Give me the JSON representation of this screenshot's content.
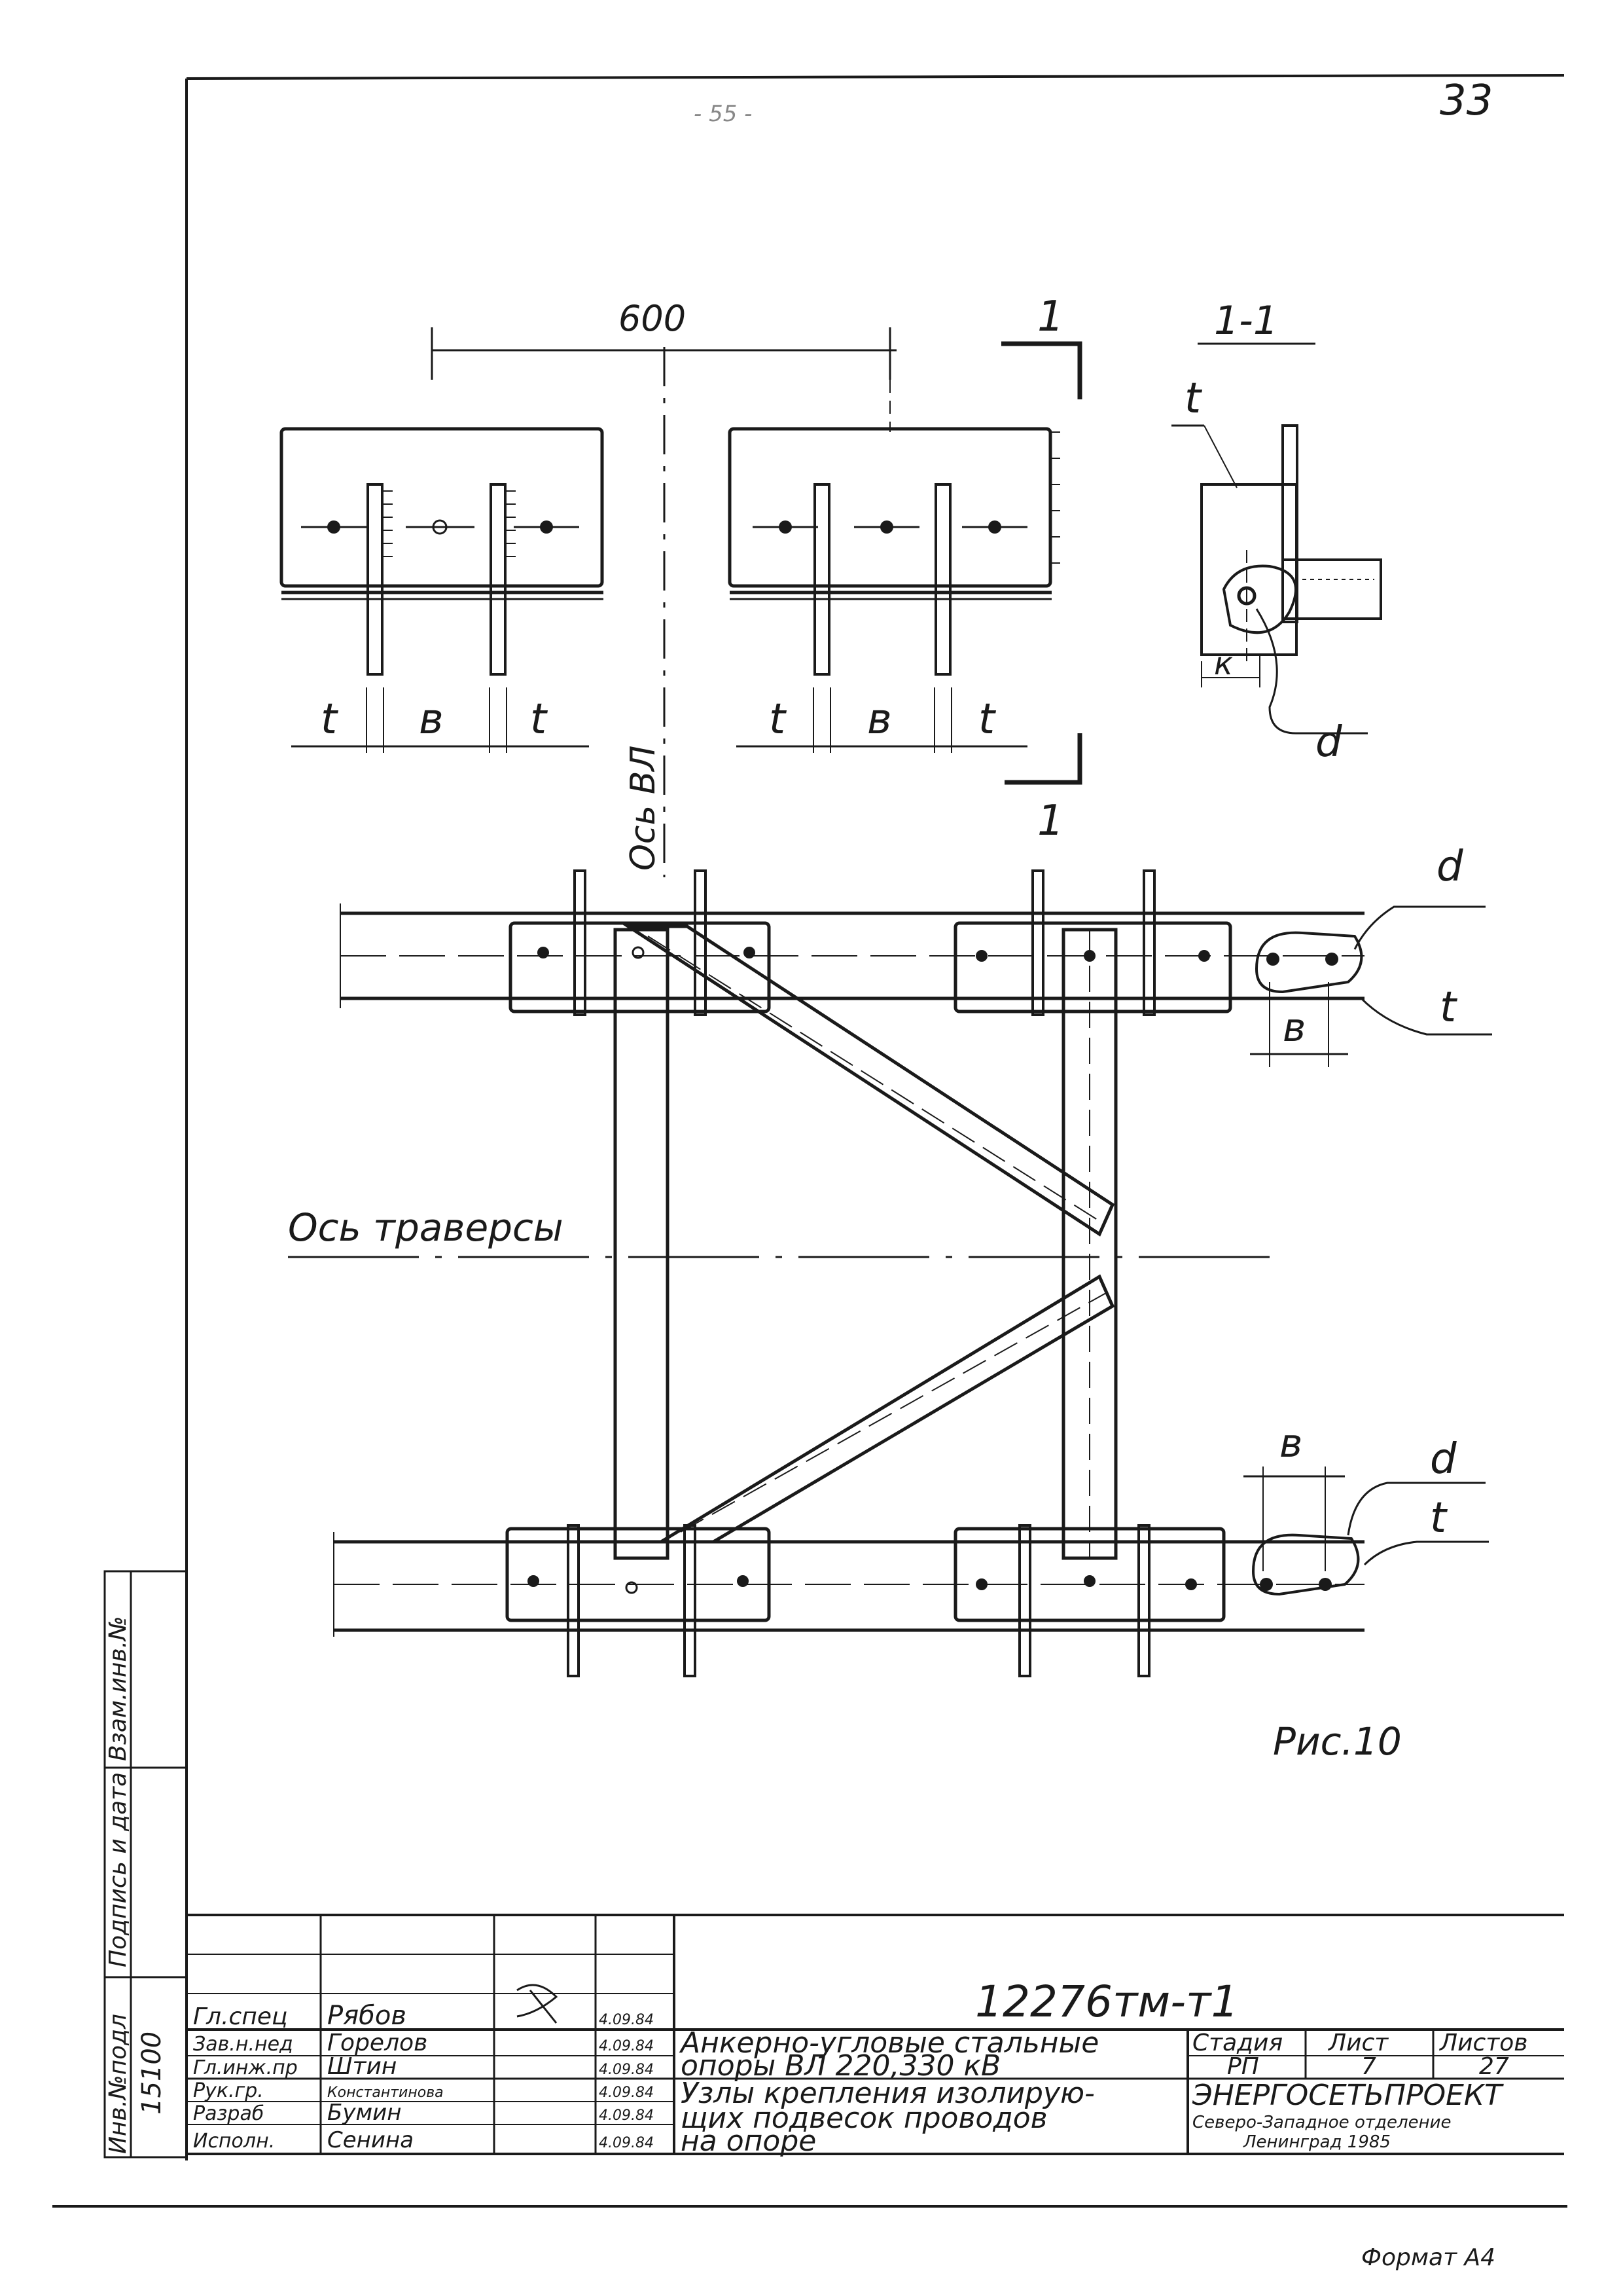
{
  "page": {
    "sheet_number": "33",
    "top_smudge": "- 55 -",
    "format_label": "Формат А4"
  },
  "drawing": {
    "dimension_600": "600",
    "section_marker": "1",
    "section_marker_bottom": "1",
    "section_title": "1-1",
    "label_t": "t",
    "label_b": "в",
    "label_k": "к",
    "label_d": "d",
    "axis_vl": "Ось ВЛ",
    "axis_traverse": "Ось траверсы",
    "figure_caption": "Рис.10"
  },
  "side_stamp": {
    "inv_podl": "Инв.№подл",
    "podpis_data": "Подпись и дата",
    "vzam_inv": "Взам.инв.№",
    "inv_number": "15100"
  },
  "title_block": {
    "code": "12276тм-т1",
    "rows": [
      {
        "role": "Гл.спец",
        "name": "Рябов",
        "date": "4.09.84"
      },
      {
        "role": "Зав.н.нед",
        "name": "Горелов",
        "date": "4.09.84"
      },
      {
        "role": "Гл.инж.пр",
        "name": "Штин",
        "date": "4.09.84"
      },
      {
        "role": "Рук.гр.",
        "name": "Константинова",
        "date": "4.09.84"
      },
      {
        "role": "Разраб",
        "name": "Бумин",
        "date": "4.09.84"
      },
      {
        "role": "Исполн.",
        "name": "Сенина",
        "date": "4.09.84"
      }
    ],
    "title_line1": "Анкерно-угловые стальные",
    "title_line2": "опоры ВЛ 220,330 кВ",
    "subtitle_line1": "Узлы крепления изолирую-",
    "subtitle_line2": "щих подвесок проводов",
    "subtitle_line3": "на опоре",
    "stage_header": "Стадия",
    "sheet_header": "Лист",
    "sheets_header": "Листов",
    "stage": "РП",
    "sheet": "7",
    "sheets": "27",
    "org_name": "ЭНЕРГОСЕТЬПРОЕКТ",
    "org_line2": "Северо-Западное отделение",
    "org_line3": "Ленинград 1985"
  }
}
